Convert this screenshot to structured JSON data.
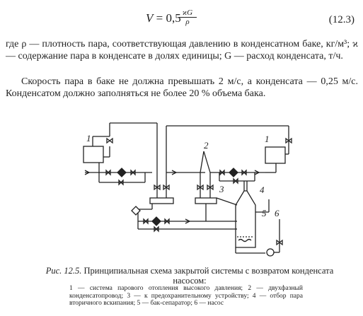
{
  "equation": {
    "lhs": "V",
    "coef": "= 0,5",
    "numerator": "ϰG",
    "denominator": "ρ",
    "number": "(12.3)"
  },
  "paragraph1": "где ρ — плотность пара, соответствующая давлению в конденсатном баке, кг/м³; ϰ — содержание пара в конденсате в долях единицы; G — расход конденсата, т/ч.",
  "paragraph2": "Скорость пара в баке не должна превышать 2 м/с, а конденсата — 0,25 м/с. Конденсатом должно заполняться не более 20 % объема бака.",
  "figure": {
    "labels": {
      "l1_left": "1",
      "l1_right": "1",
      "l2": "2",
      "l3": "3",
      "l4": "4",
      "l5": "5",
      "l6": "6"
    }
  },
  "caption": {
    "prefix": "Рис. 12.5.",
    "title": "Принципиальная схема закрытой системы с возвратом конденсата насосом:",
    "legend": "1 — система парового отопления высокого давления; 2 — двухфазный конденсатопровод; 3 — к предохранительному устройству; 4 — отбор пара вторичного вскипания; 5 — бак-сепаратор; 6 — насос"
  }
}
